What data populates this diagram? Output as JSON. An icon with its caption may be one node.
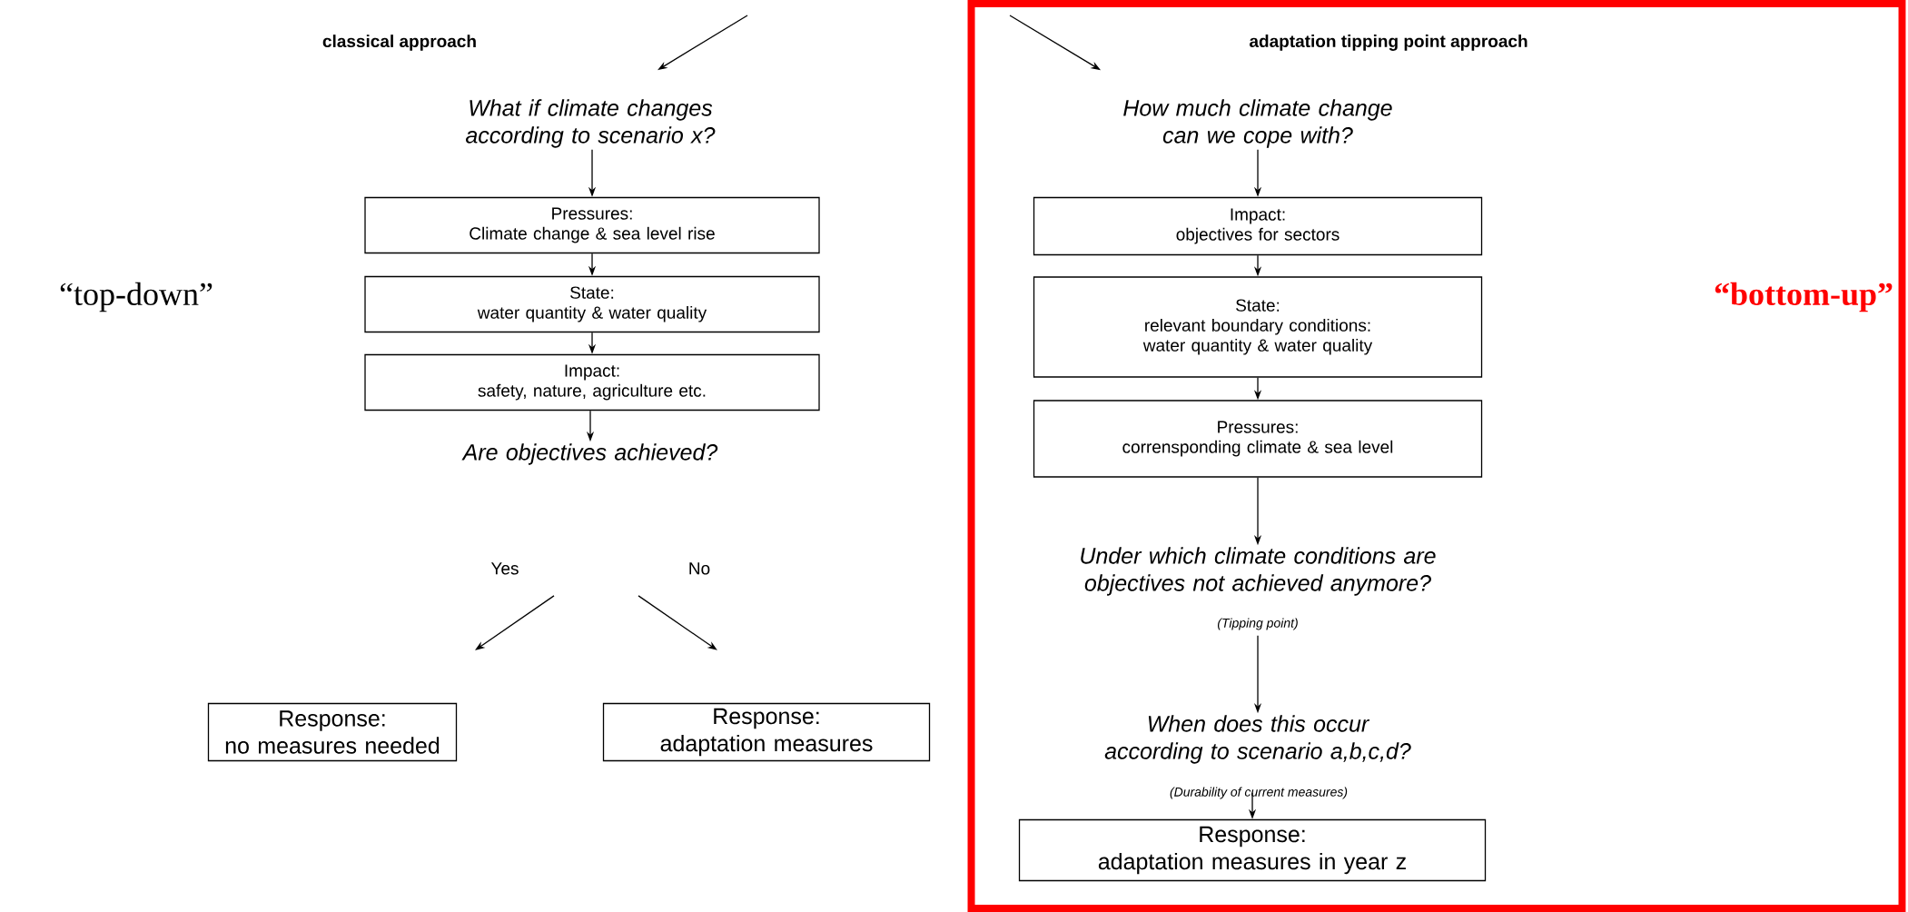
{
  "diagram": {
    "nodes": [
      {
        "text": [
          "What if climate changes according to scenario x?"
        ]
      },
      {
        "text": [
          "Pressures:",
          "Climate change & sea level rise"
        ]
      },
      {
        "text": [
          "State:",
          "water quantity & water quality"
        ]
      },
      {
        "text": [
          "Impact:",
          "safety, nature, agriculture etc."
        ]
      },
      {
        "text": [
          "Are objectives achieved?"
        ]
      },
      {
        "text": [
          "Response:",
          "no measures needed"
        ]
      },
      {
        "text": [
          "Response:",
          "adaptation measures"
        ]
      },
      {
        "text": [
          "adaptation tipping point approach"
        ]
      },
      {
        "text": [
          "How much climate change can we cope with?"
        ],
        "in": 7
      },
      {
        "text": [
          "Impact:",
          "objectives for sectors"
        ],
        "in": 7
      },
      {
        "text": [
          "State:",
          "relevant boundary conditions: water quantity & water quality"
        ],
        "in": 7
      },
      {
        "text": [
          "Pressures:",
          "corrensponding climate & sea level"
        ],
        "in": 7
      },
      {
        "text": [
          "Under which climate conditions are objectives not achieved anymore?"
        ],
        "beside": [
          "(Tipping point)"
        ],
        "in": 7
      },
      {
        "text": [
          "When does this occur according to scenario a,b,c,d?"
        ],
        "in": 7
      },
      {
        "text": [
          "Response:",
          "adaptation measures in year z"
        ],
        "in": 7
      }
    ],
    "edges": [
      {
        "from": null,
        "to": 0,
        "arrow": "to"
      },
      {
        "from": 0,
        "to": 1,
        "arrow": "to"
      },
      {
        "from": 1,
        "to": 2,
        "arrow": "to"
      },
      {
        "from": 2,
        "to": 3,
        "arrow": "to"
      },
      {
        "from": 3,
        "to": 4,
        "arrow": "to"
      },
      {
        "from": 4,
        "to": 5,
        "arrow": "to",
        "label": "Yes"
      },
      {
        "from": 4,
        "to": 6,
        "arrow": "to",
        "label": "No"
      },
      {
        "from": null,
        "to": 8,
        "arrow": "to"
      },
      {
        "from": 8,
        "to": 9,
        "arrow": "to"
      },
      {
        "from": 9,
        "to": 10,
        "arrow": "to"
      },
      {
        "from": 10,
        "to": 11,
        "arrow": "to"
      },
      {
        "from": 11,
        "to": 12,
        "arrow": "to"
      },
      {
        "from": 12,
        "to": 13,
        "arrow": "to"
      },
      {
        "from": 13,
        "to": 14,
        "arrow": "to"
      }
    ],
    "labels": [
      "classical approach",
      "“top-down”",
      "“bottom-up”",
      "(Durability of current measures)"
    ]
  }
}
